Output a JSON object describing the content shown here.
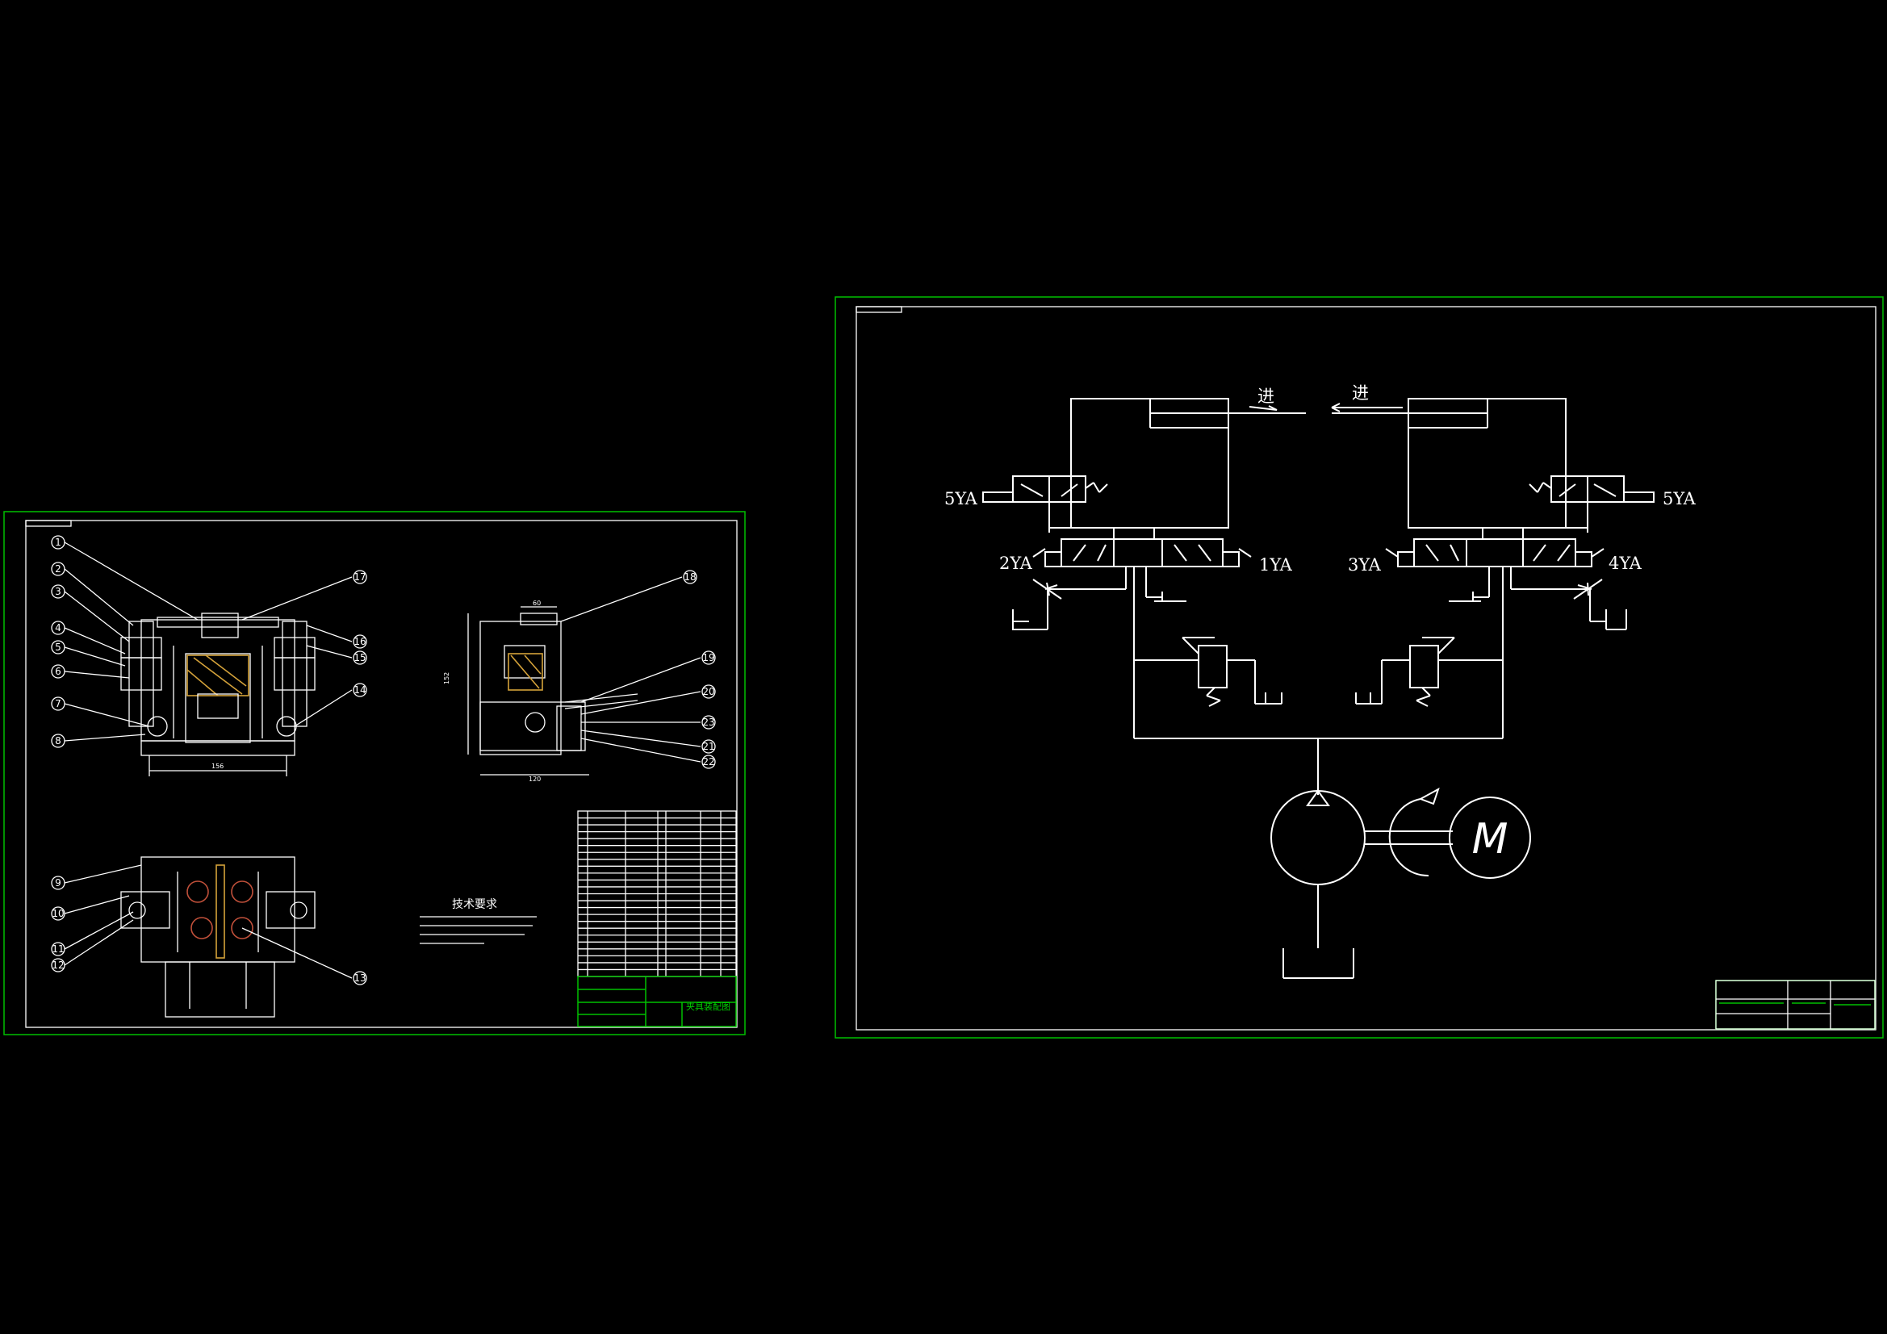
{
  "assembly_sheet": {
    "callouts": [
      "1",
      "2",
      "3",
      "4",
      "5",
      "6",
      "7",
      "8",
      "9",
      "10",
      "11",
      "12",
      "13",
      "14",
      "15",
      "16",
      "17",
      "18",
      "19",
      "20",
      "21",
      "22",
      "23"
    ],
    "dimensions": {
      "top_width": "156",
      "side_height": "152",
      "side_width": "120",
      "side_top": "60"
    },
    "tech_requirements_title": "技术要求",
    "title_block_name": "夹具装配图"
  },
  "hydraulic_sheet": {
    "labels": {
      "solenoid_5ya_left": "5YA",
      "solenoid_5ya_right": "5YA",
      "solenoid_2ya": "2YA",
      "solenoid_1ya": "1YA",
      "solenoid_3ya": "3YA",
      "solenoid_4ya": "4YA",
      "advance_left": "进",
      "advance_right": "进",
      "motor": "M"
    }
  },
  "colors": {
    "outline": "#00c000",
    "lines": "#ffffff",
    "section": "#d4a23a",
    "accent": "#c0503a"
  }
}
